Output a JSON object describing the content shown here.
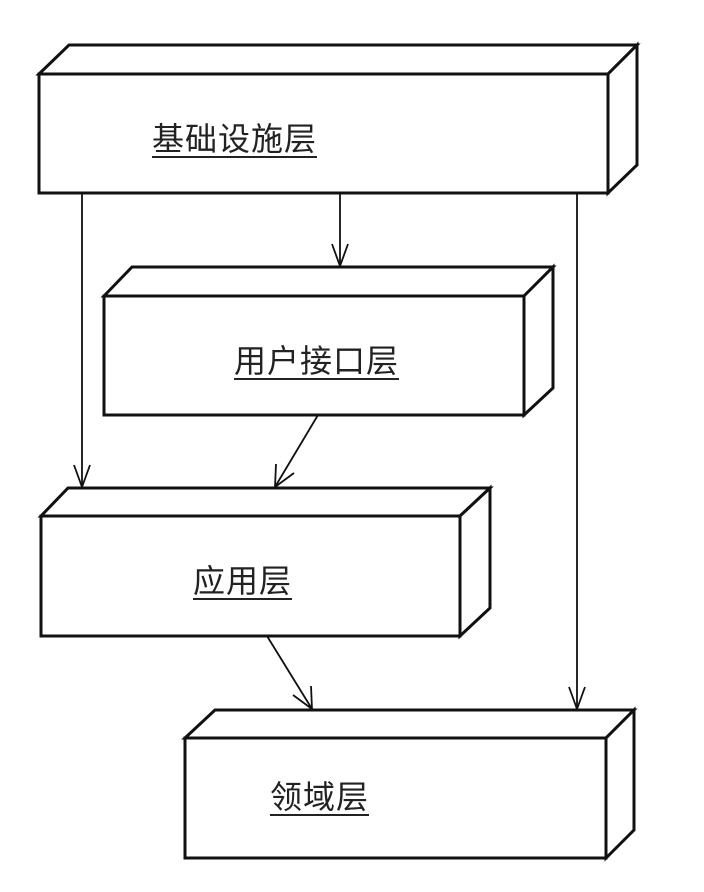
{
  "diagram": {
    "type": "layered-architecture",
    "layers": [
      {
        "id": "infrastructure",
        "label": "基础设施层"
      },
      {
        "id": "user-interface",
        "label": "用户接口层"
      },
      {
        "id": "application",
        "label": "应用层"
      },
      {
        "id": "domain",
        "label": "领域层"
      }
    ],
    "dependencies": [
      {
        "from": "infrastructure",
        "to": "user-interface"
      },
      {
        "from": "infrastructure",
        "to": "application"
      },
      {
        "from": "infrastructure",
        "to": "domain"
      },
      {
        "from": "user-interface",
        "to": "application"
      },
      {
        "from": "application",
        "to": "domain"
      }
    ],
    "colors": {
      "stroke": "#111111",
      "fill": "#ffffff",
      "text": "#222222"
    }
  }
}
